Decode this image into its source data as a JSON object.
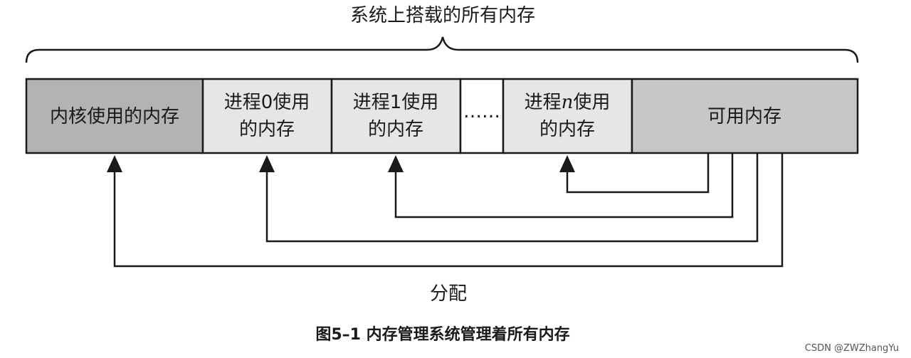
{
  "diagram": {
    "top_label": "系统上搭载的所有内存",
    "segments": {
      "kernel": "内核使用的内存",
      "proc0_line1": "进程0使用",
      "proc0_line2": "的内存",
      "proc1_line1": "进程1使用",
      "proc1_line2": "的内存",
      "ellipsis": "……",
      "procn_prefix": "进程",
      "procn_var": "n",
      "procn_suffix": "使用",
      "procn_line2": "的内存",
      "free": "可用内存"
    },
    "alloc_label": "分配",
    "caption": "图5–1 内存管理系统管理着所有内存",
    "watermark": "CSDN @ZWZhangYu"
  },
  "colors": {
    "kernel_fill": "#b3b3b3",
    "process_fill": "#e6e6e6",
    "ellipsis_fill": "#ffffff",
    "free_fill": "#c7c7c7",
    "stroke": "#1a1a1a"
  }
}
